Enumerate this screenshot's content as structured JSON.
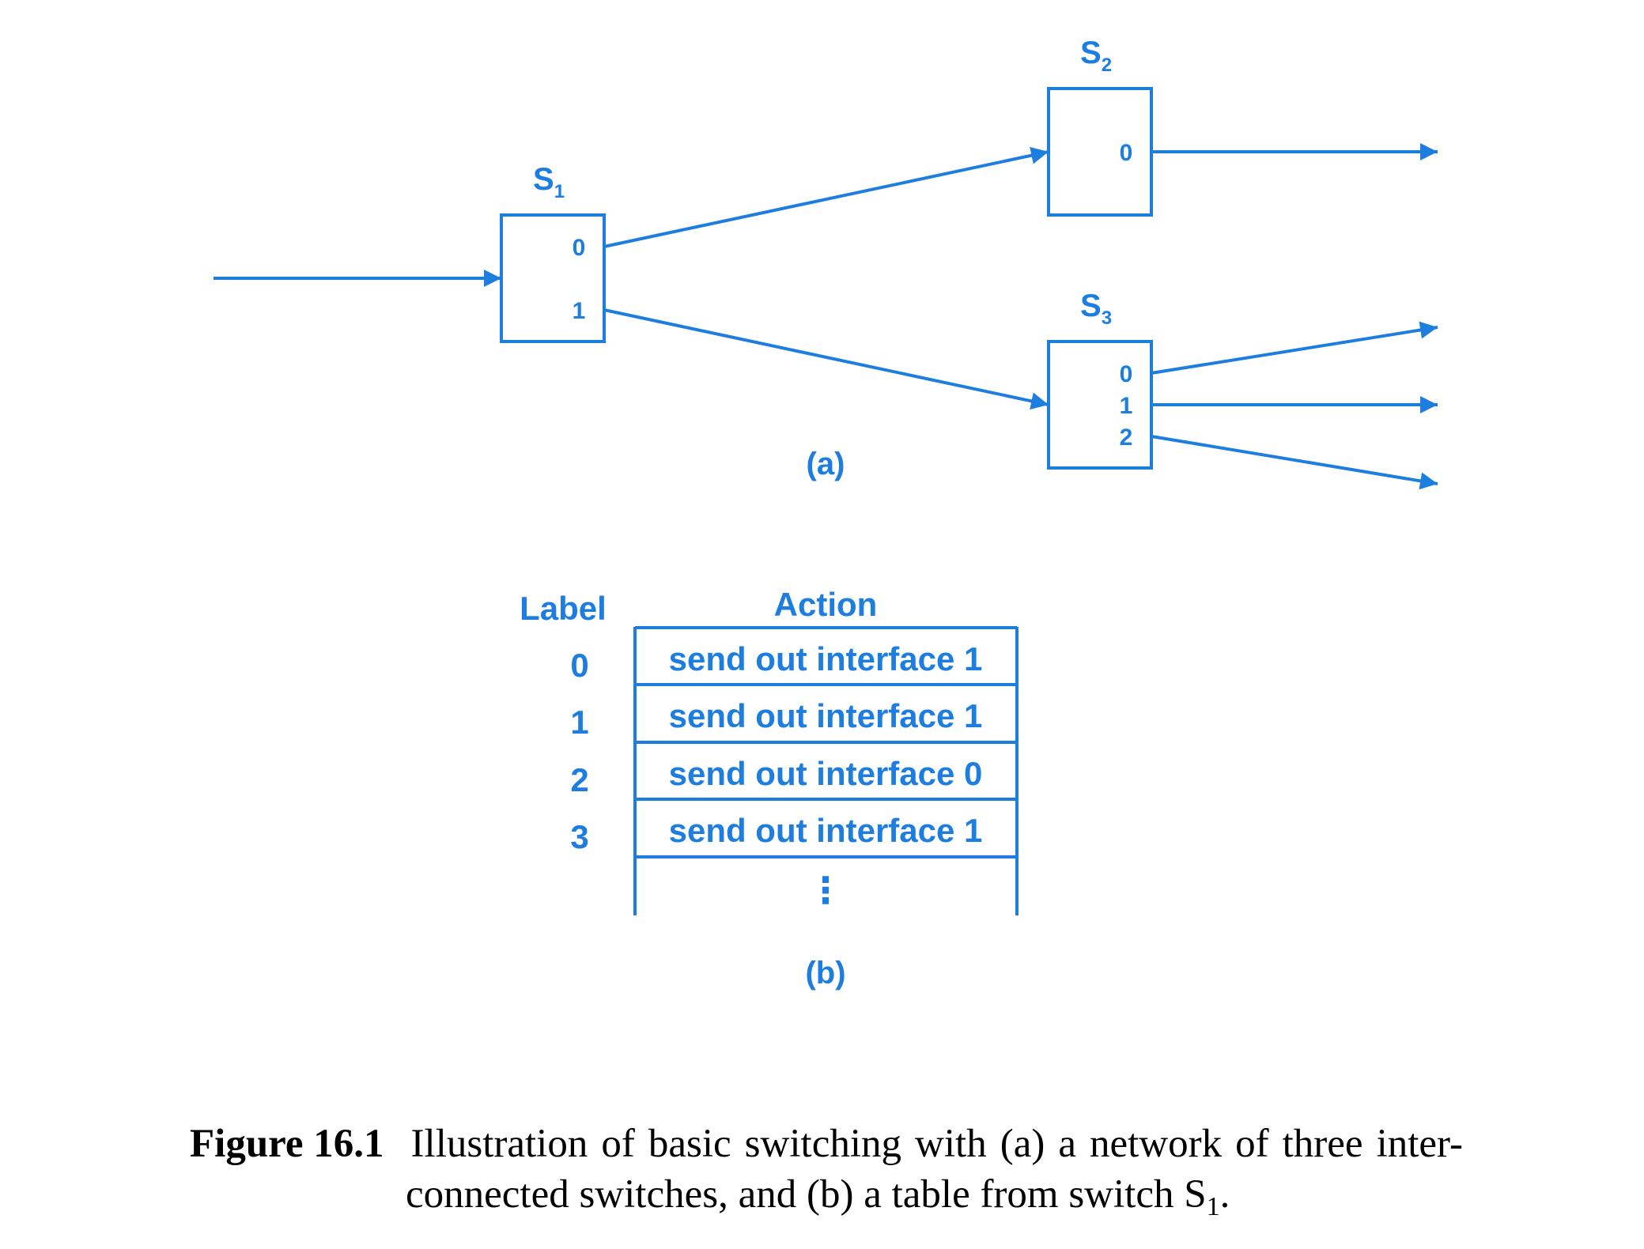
{
  "diagram_a": {
    "switches": [
      {
        "name": "S",
        "sub": "1",
        "ports": [
          "0",
          "1"
        ]
      },
      {
        "name": "S",
        "sub": "2",
        "ports": [
          "0"
        ]
      },
      {
        "name": "S",
        "sub": "3",
        "ports": [
          "0",
          "1",
          "2"
        ]
      }
    ],
    "panel_label": "(a)"
  },
  "table_b": {
    "label_header": "Label",
    "action_header": "Action",
    "rows": [
      {
        "label": "0",
        "action": "send out interface 1"
      },
      {
        "label": "1",
        "action": "send out interface 1"
      },
      {
        "label": "2",
        "action": "send out interface 0"
      },
      {
        "label": "3",
        "action": "send out interface 1"
      }
    ],
    "ellipsis": "⋮",
    "panel_label": "(b)"
  },
  "caption": {
    "number": "Figure 16.1",
    "line1": "Illustration of basic switching with (a) a network of three inter-",
    "line2": "connected switches, and (b) a table from switch S",
    "line2_sub": "1",
    "line2_end": "."
  },
  "colors": {
    "diagram": "#1e7ee0",
    "caption_text": "#000000"
  }
}
